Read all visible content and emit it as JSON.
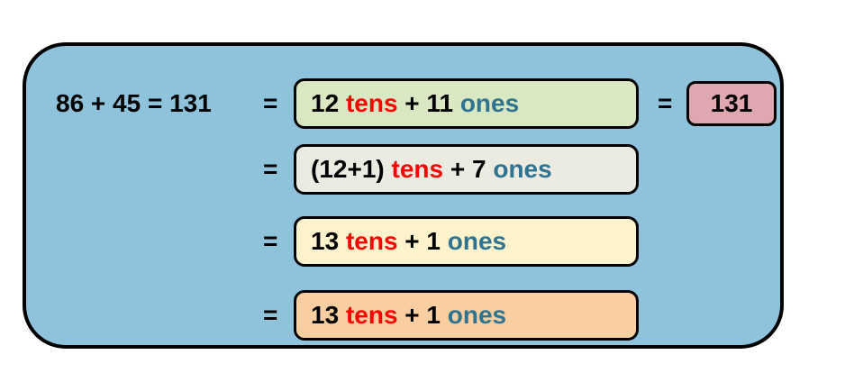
{
  "colors": {
    "page_bg": "#ffffff",
    "panel_bg": "#8fc3dc",
    "border_color": "#000000",
    "number_color": "#000000",
    "tens_color": "#ff0000",
    "ones_color": "#2f7391",
    "box1_bg": "#d9e7c2",
    "box2_bg": "#ebebe1",
    "box3_bg": "#fcf2cb",
    "box4_bg": "#f9cfa1",
    "result_bg": "#dfa7b0"
  },
  "equation": {
    "lhs": "86 + 45 = 131",
    "eq": "="
  },
  "rows": [
    {
      "a": "12 ",
      "tens": "tens",
      "mid": " + 11 ",
      "ones": "ones"
    },
    {
      "a": "(12+1) ",
      "tens": "tens",
      "mid": " + 7 ",
      "ones": "ones"
    },
    {
      "a": "13 ",
      "tens": "tens",
      "mid": " + 1 ",
      "ones": "ones"
    },
    {
      "a": "13 ",
      "tens": "tens",
      "mid": " + 1 ",
      "ones": "ones"
    }
  ],
  "result": {
    "value": "131"
  }
}
